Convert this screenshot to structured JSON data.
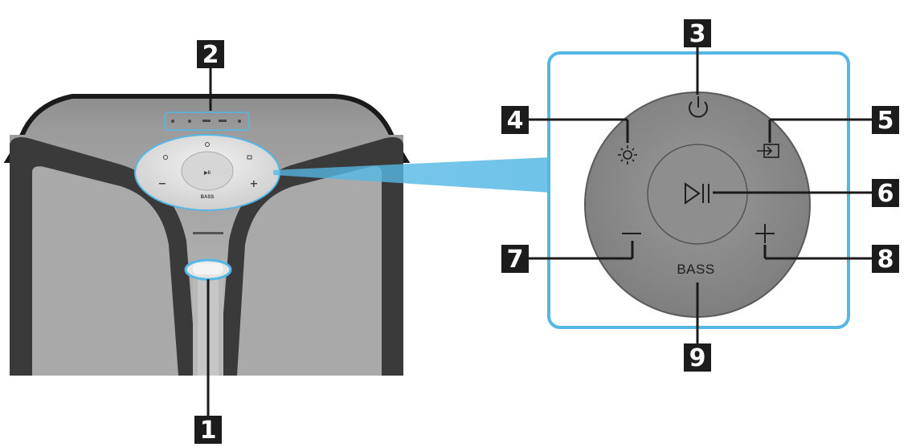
{
  "callouts": {
    "c1": "1",
    "c2": "2",
    "c3": "3",
    "c4": "4",
    "c5": "5",
    "c6": "6",
    "c7": "7",
    "c8": "8",
    "c9": "9"
  },
  "panel": {
    "bass_label": "BASS",
    "small_bass_label": "BASS"
  },
  "colors": {
    "highlight_frame": "#55b8e4",
    "callout_box": "#1c1c1c",
    "panel_disc": "#8a8a8a",
    "speaker_body": "#a4a4a4"
  },
  "icons": {
    "power": "power-icon",
    "light": "sun-icon",
    "input": "input-source-icon",
    "play_pause": "play-pause-icon",
    "volume_down": "minus-icon",
    "volume_up": "plus-icon"
  }
}
